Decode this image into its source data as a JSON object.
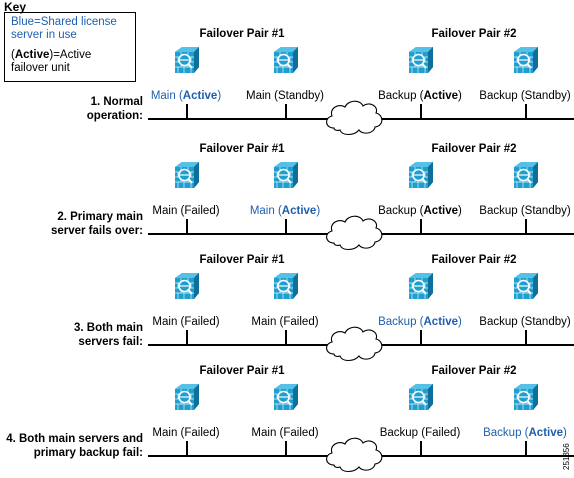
{
  "key": {
    "title": "Key",
    "line1": "Blue=Shared license",
    "line2": "server in use",
    "line3_bold": "Active",
    "line3_rest": "=Active",
    "line4": "failover unit"
  },
  "pairs": {
    "pair1": "Failover Pair #1",
    "pair2": "Failover Pair #2"
  },
  "rows": [
    {
      "label_line1": "1. Normal",
      "label_line2": "operation:",
      "units": [
        {
          "name": "Main",
          "state": "Active",
          "blue": true,
          "bold": true
        },
        {
          "name": "Main",
          "state": "Standby",
          "blue": false,
          "bold": false
        },
        {
          "name": "Backup",
          "state": "Active",
          "blue": false,
          "bold": true
        },
        {
          "name": "Backup",
          "state": "Standby",
          "blue": false,
          "bold": false
        }
      ]
    },
    {
      "label_line1": "2. Primary main",
      "label_line2": "server fails over:",
      "units": [
        {
          "name": "Main",
          "state": "Failed",
          "blue": false,
          "bold": false
        },
        {
          "name": "Main",
          "state": "Active",
          "blue": true,
          "bold": true
        },
        {
          "name": "Backup",
          "state": "Active",
          "blue": false,
          "bold": true
        },
        {
          "name": "Backup",
          "state": "Standby",
          "blue": false,
          "bold": false
        }
      ]
    },
    {
      "label_line1": "3. Both main",
      "label_line2": "servers fail:",
      "units": [
        {
          "name": "Main",
          "state": "Failed",
          "blue": false,
          "bold": false
        },
        {
          "name": "Main",
          "state": "Failed",
          "blue": false,
          "bold": false
        },
        {
          "name": "Backup",
          "state": "Active",
          "blue": true,
          "bold": true
        },
        {
          "name": "Backup",
          "state": "Standby",
          "blue": false,
          "bold": false
        }
      ]
    },
    {
      "label_line1": "4. Both main servers and",
      "label_line2": "primary backup fail:",
      "units": [
        {
          "name": "Main",
          "state": "Failed",
          "blue": false,
          "bold": false
        },
        {
          "name": "Main",
          "state": "Failed",
          "blue": false,
          "bold": false
        },
        {
          "name": "Backup",
          "state": "Failed",
          "blue": false,
          "bold": false
        },
        {
          "name": "Backup",
          "state": "Active",
          "blue": true,
          "bold": true
        }
      ]
    }
  ],
  "figure_id": "251356",
  "colors": {
    "blue_text": "#1f5fae",
    "firewall_fill": "#1e9fd0",
    "firewall_dark": "#0e6f9a"
  }
}
